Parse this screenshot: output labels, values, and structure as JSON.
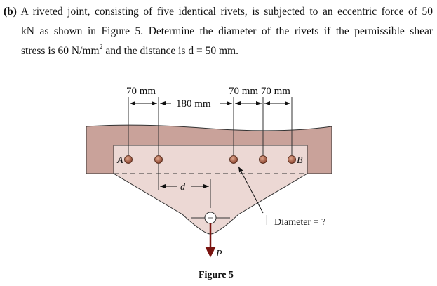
{
  "problem": {
    "label": "(b)",
    "line1": "A riveted joint, consisting of five identical rivets, is subjected to an eccentric force of 50",
    "line2": "kN as shown in Figure 5. Determine the diameter of the rivets if the permissible shear",
    "line3_a": "stress is 60 N/mm",
    "line3_sup": "2",
    "line3_b": " and the distance is d = 50 mm."
  },
  "figure": {
    "dim_left": "70 mm",
    "dim_middle": "180 mm",
    "dim_right": "70 mm 70 mm",
    "label_a": "A",
    "label_b": "B",
    "label_d": "d",
    "label_p": "P",
    "diameter_label": "Diameter = ?",
    "caption": "Figure 5",
    "colors": {
      "plate": "#c9a29a",
      "gusset": "#ecd8d4",
      "rivet": "#a0583f",
      "force": "#7a1410"
    }
  }
}
